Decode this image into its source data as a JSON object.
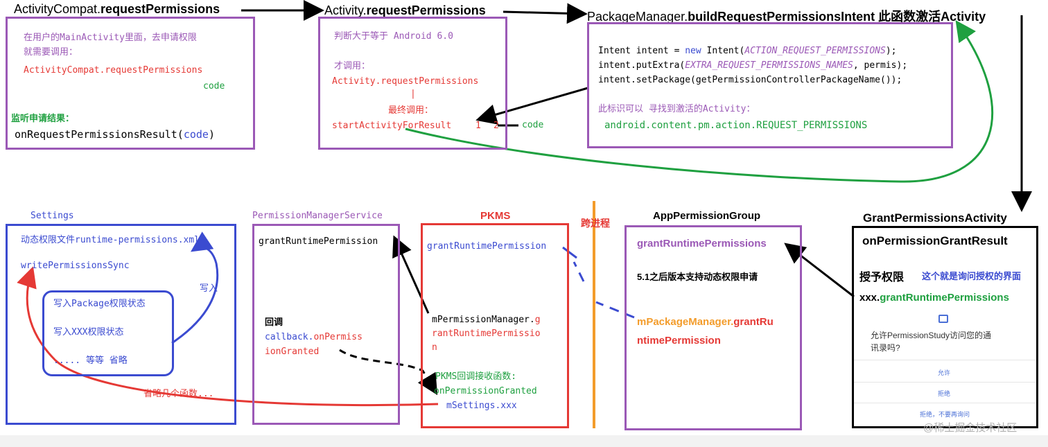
{
  "top": {
    "title1_prefix": "ActivityCompat.",
    "title1_method": "requestPermissions",
    "title2_prefix": "Activity.",
    "title2_method": "requestPermissions",
    "title3_prefix": "PackageManager.",
    "title3_method": "buildRequestPermissionsIntent",
    "title3_note": " 此函数激活Activity",
    "box1": {
      "line1": "在用户的MainActivity里面，去申请权限",
      "line2": "就需要调用：",
      "line3": "ActivityCompat.requestPermissions",
      "line4": "code",
      "line5": "监听申请结果：",
      "line6a": "onRequestPermissionsResult(",
      "line6b": "code",
      "line6c": ")"
    },
    "box2": {
      "line1": "判断大于等于 Android 6.0",
      "line2": "才调用：",
      "line3": "Activity.requestPermissions",
      "line4": "|",
      "line5": "最终调用：",
      "line6": "startActivityForResult",
      "num1": "1",
      "num2": "2",
      "code": "code"
    },
    "box3": {
      "l1a": "Intent intent = ",
      "l1b": "new",
      "l1c": " Intent(",
      "l1d": "ACTION_REQUEST_PERMISSIONS",
      "l1e": ");",
      "l2a": "intent.putExtra(",
      "l2b": "EXTRA_REQUEST_PERMISSIONS_NAMES",
      "l2c": ", permis);",
      "l3": "intent.setPackage(getPermissionControllerPackageName());",
      "l4": "此标识可以 寻找到激活的Activity：",
      "l5": "android.content.pm.action.REQUEST_PERMISSIONS"
    }
  },
  "bottom": {
    "settings_title": "Settings",
    "settings": {
      "line1": "动态权限文件runtime-permissions.xml",
      "line2": "writePermissionsSync",
      "inner1": "写入Package权限状态",
      "inner2": "写入XXX权限状态",
      "inner3": "..... 等等 省略",
      "write_label": "写入",
      "omit_label": "省略几个函数..."
    },
    "pms_title": "PermissionManagerService",
    "pms": {
      "line1": "grantRuntimePermission",
      "cb_label": "回调",
      "cb_a": "callback.",
      "cb_b": "onPermiss",
      "cb_c": "ionGranted"
    },
    "pkms_title": "PKMS",
    "pkms": {
      "line1": "grantRuntimePermission",
      "m1a": "mPermissionManager.",
      "m1b": "g",
      "m2": "rantRuntimePermissio",
      "m3": "n",
      "recv1": "PKMS回调接收函数:",
      "recv2": "onPermissionGranted",
      "settings_xxx": "mSettings.xxx"
    },
    "cross_process": "跨进程",
    "apg_title": "AppPermissionGroup",
    "apg": {
      "line1": "grantRuntimePermissions",
      "line2": "5.1之后版本支持动态权限申请",
      "line3a": "mPackageManager.",
      "line3b": "grantRu",
      "line4": "ntimePermission"
    },
    "gpa_title": "GrantPermissionsActivity",
    "gpa": {
      "line1": "onPermissionGrantResult",
      "grant": "授予权限",
      "note": "这个就是询问授权的界面",
      "xxx_a": "xxx.",
      "xxx_b": "grantRuntimePermissions",
      "dialog_text1": "允许PermissionStudy访问您的通",
      "dialog_text2": "讯录吗?",
      "allow": "允许",
      "deny": "拒绝",
      "deny_forever": "拒绝，不要再询问"
    }
  },
  "watermark": "@稀土掘金技术社区",
  "colors": {
    "purple": "#9b59b6",
    "blue": "#3b4bd0",
    "red": "#e53935",
    "green": "#1fa040",
    "black": "#000000",
    "orange": "#f39c2b"
  }
}
